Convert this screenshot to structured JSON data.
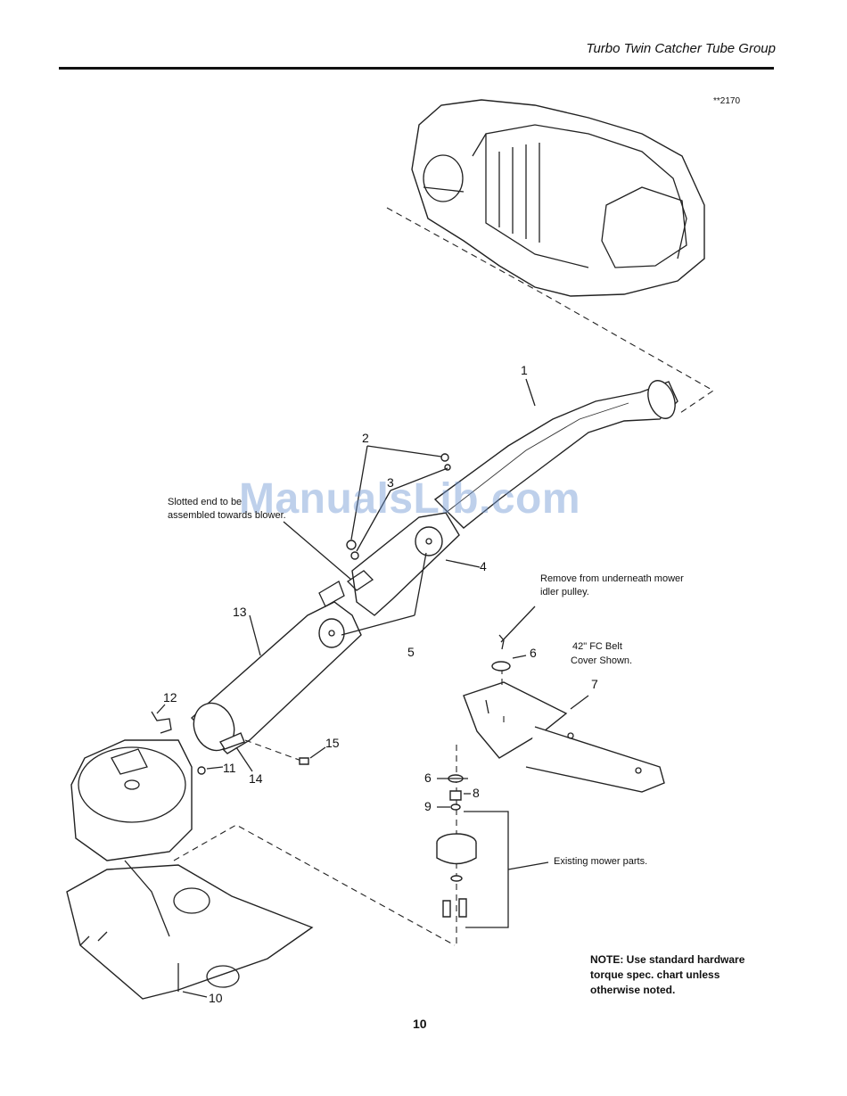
{
  "header": {
    "title": "Turbo Twin Catcher Tube Group"
  },
  "figure": {
    "id": "**2170"
  },
  "watermark": "ManualsLib.com",
  "callouts": {
    "c1": "1",
    "c2": "2",
    "c3": "3",
    "c4": "4",
    "c5": "5",
    "c6a": "6",
    "c6b": "6",
    "c7": "7",
    "c8": "8",
    "c9": "9",
    "c10": "10",
    "c11": "11",
    "c12": "12",
    "c13": "13",
    "c14": "14",
    "c15": "15"
  },
  "notes": {
    "slotted_line1": "Slotted end to be",
    "slotted_line2": "assembled towards blower.",
    "remove_line1": "Remove from underneath mower",
    "remove_line2": "idler pulley.",
    "belt_line1": "42\" FC Belt",
    "belt_line2": "Cover Shown.",
    "existing": "Existing mower parts.",
    "note_line1": "NOTE: Use standard hardware",
    "note_line2": "torque spec. chart unless",
    "note_line3": "otherwise noted."
  },
  "footer": {
    "page_number": "10"
  }
}
